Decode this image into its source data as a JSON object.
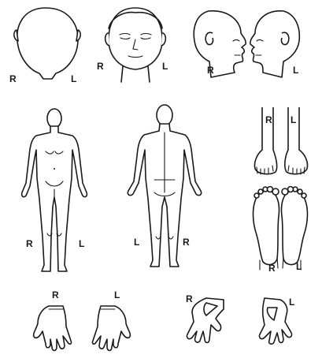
{
  "views": {
    "head_back": {
      "right": "R",
      "left": "L"
    },
    "head_front": {
      "right": "R",
      "left": "L"
    },
    "head_right_side": {
      "right": "R"
    },
    "head_left_side": {
      "left": "L"
    },
    "body_front": {
      "right": "R",
      "left": "L"
    },
    "body_back": {
      "left": "L",
      "right": "R"
    },
    "feet_top": {
      "right": "R",
      "left": "L"
    },
    "feet_sole": {
      "right": "R",
      "left": "L"
    },
    "hands_back": {
      "right": "R",
      "left": "L"
    },
    "hands_palm": {
      "right": "R",
      "left": "L"
    }
  }
}
